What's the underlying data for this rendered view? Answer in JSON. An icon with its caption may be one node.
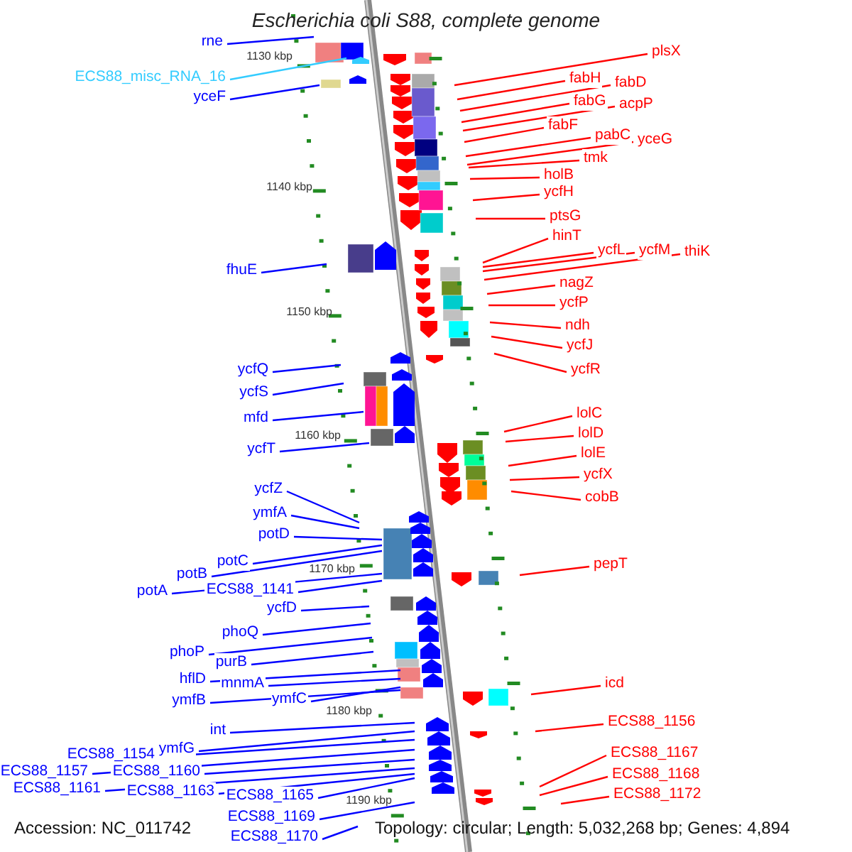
{
  "diagram": {
    "title": "Escherichia coli S88, complete genome",
    "nodes": [
      {
        "text": [
          "rne"
        ]
      },
      {
        "text": [
          "ECS88_misc_RNA_16"
        ]
      },
      {
        "text": [
          "yceF"
        ]
      },
      {
        "text": [
          "fhuE"
        ]
      },
      {
        "text": [
          "ycfQ"
        ]
      },
      {
        "text": [
          "ycfS"
        ]
      },
      {
        "text": [
          "mfd"
        ]
      },
      {
        "text": [
          "ycfT"
        ]
      },
      {
        "text": [
          "ycfZ"
        ]
      },
      {
        "text": [
          "ymfA"
        ]
      },
      {
        "text": [
          "potD"
        ]
      },
      {
        "text": [
          "potC"
        ]
      },
      {
        "text": [
          "potB"
        ]
      },
      {
        "text": [
          "potA"
        ]
      },
      {
        "text": [
          "ECS88_1141"
        ]
      },
      {
        "text": [
          "ycfD"
        ]
      },
      {
        "text": [
          "phoQ"
        ]
      },
      {
        "text": [
          "phoP"
        ]
      },
      {
        "text": [
          "purB"
        ]
      },
      {
        "text": [
          "hflD"
        ]
      },
      {
        "text": [
          "mnmA"
        ]
      },
      {
        "text": [
          "ymfB"
        ]
      },
      {
        "text": [
          "ymfC"
        ]
      },
      {
        "text": [
          "int"
        ]
      },
      {
        "text": [
          "ymfG"
        ]
      },
      {
        "text": [
          "ECS88_1154"
        ]
      },
      {
        "text": [
          "ECS88_1157"
        ]
      },
      {
        "text": [
          "ECS88_1160"
        ]
      },
      {
        "text": [
          "ECS88_1161"
        ]
      },
      {
        "text": [
          "ECS88_1163"
        ]
      },
      {
        "text": [
          "ECS88_1165"
        ]
      },
      {
        "text": [
          "ECS88_1169"
        ]
      },
      {
        "text": [
          "ECS88_1170"
        ]
      },
      {
        "text": [
          "plsX"
        ]
      },
      {
        "text": [
          "fabH"
        ]
      },
      {
        "text": [
          "fabD"
        ]
      },
      {
        "text": [
          "fabG"
        ]
      },
      {
        "text": [
          "acpP"
        ]
      },
      {
        "text": [
          "fabF"
        ]
      },
      {
        "text": [
          "pabC"
        ]
      },
      {
        "text": [
          "yceG"
        ]
      },
      {
        "text": [
          "tmk"
        ]
      },
      {
        "text": [
          "holB"
        ]
      },
      {
        "text": [
          "ycfH"
        ]
      },
      {
        "text": [
          "ptsG"
        ]
      },
      {
        "text": [
          "hinT"
        ]
      },
      {
        "text": [
          "ycfL"
        ]
      },
      {
        "text": [
          "ycfM"
        ]
      },
      {
        "text": [
          "thiK"
        ]
      },
      {
        "text": [
          "nagZ"
        ]
      },
      {
        "text": [
          "ycfP"
        ]
      },
      {
        "text": [
          "ndh"
        ]
      },
      {
        "text": [
          "ycfJ"
        ]
      },
      {
        "text": [
          "ycfR"
        ]
      },
      {
        "text": [
          "lolC"
        ]
      },
      {
        "text": [
          "lolD"
        ]
      },
      {
        "text": [
          "lolE"
        ]
      },
      {
        "text": [
          "ycfX"
        ]
      },
      {
        "text": [
          "cobB"
        ]
      },
      {
        "text": [
          "pepT"
        ]
      },
      {
        "text": [
          "icd"
        ]
      },
      {
        "text": [
          "ECS88_1156"
        ]
      },
      {
        "text": [
          "ECS88_1167"
        ]
      },
      {
        "text": [
          "ECS88_1168"
        ]
      },
      {
        "text": [
          "ECS88_1172"
        ]
      }
    ],
    "edges": [
      {
        "from": 0,
        "to": null,
        "arrow": "none"
      },
      {
        "from": 1,
        "to": null,
        "arrow": "none",
        "color": "#33ccff"
      },
      {
        "from": 2,
        "to": null,
        "arrow": "none"
      },
      {
        "from": 3,
        "to": null,
        "arrow": "none"
      },
      {
        "from": 4,
        "to": null,
        "arrow": "none"
      },
      {
        "from": 5,
        "to": null,
        "arrow": "none"
      },
      {
        "from": 6,
        "to": null,
        "arrow": "none"
      },
      {
        "from": 7,
        "to": null,
        "arrow": "none"
      },
      {
        "from": 8,
        "to": null,
        "arrow": "none"
      },
      {
        "from": 9,
        "to": null,
        "arrow": "none"
      },
      {
        "from": 10,
        "to": null,
        "arrow": "none"
      },
      {
        "from": 11,
        "to": null,
        "arrow": "none"
      },
      {
        "from": 12,
        "to": null,
        "arrow": "none"
      },
      {
        "from": 13,
        "to": null,
        "arrow": "none"
      },
      {
        "from": 14,
        "to": null,
        "arrow": "none"
      },
      {
        "from": 15,
        "to": null,
        "arrow": "none"
      },
      {
        "from": 16,
        "to": null,
        "arrow": "none"
      },
      {
        "from": 17,
        "to": null,
        "arrow": "none"
      },
      {
        "from": 18,
        "to": null,
        "arrow": "none"
      },
      {
        "from": 19,
        "to": null,
        "arrow": "none"
      },
      {
        "from": 20,
        "to": null,
        "arrow": "none"
      },
      {
        "from": 21,
        "to": null,
        "arrow": "none"
      },
      {
        "from": 22,
        "to": null,
        "arrow": "none"
      },
      {
        "from": 23,
        "to": null,
        "arrow": "none"
      },
      {
        "from": 24,
        "to": null,
        "arrow": "none"
      },
      {
        "from": 25,
        "to": null,
        "arrow": "none"
      },
      {
        "from": 26,
        "to": null,
        "arrow": "none"
      },
      {
        "from": 27,
        "to": null,
        "arrow": "none"
      },
      {
        "from": 28,
        "to": null,
        "arrow": "none"
      },
      {
        "from": 29,
        "to": null,
        "arrow": "none"
      },
      {
        "from": 30,
        "to": null,
        "arrow": "none"
      },
      {
        "from": 31,
        "to": null,
        "arrow": "none"
      },
      {
        "from": 32,
        "to": null,
        "arrow": "none"
      },
      {
        "from": 33,
        "to": null,
        "arrow": "none",
        "color": "#ff0000"
      },
      {
        "from": 34,
        "to": null,
        "arrow": "none",
        "color": "#ff0000"
      },
      {
        "from": 35,
        "to": null,
        "arrow": "none",
        "color": "#ff0000"
      },
      {
        "from": 36,
        "to": null,
        "arrow": "none",
        "color": "#ff0000"
      },
      {
        "from": 37,
        "to": null,
        "arrow": "none",
        "color": "#ff0000"
      },
      {
        "from": 38,
        "to": null,
        "arrow": "none",
        "color": "#ff0000"
      },
      {
        "from": 39,
        "to": null,
        "arrow": "none",
        "color": "#ff0000"
      },
      {
        "from": 40,
        "to": null,
        "arrow": "none",
        "color": "#ff0000"
      },
      {
        "from": 41,
        "to": null,
        "arrow": "none",
        "color": "#ff0000"
      },
      {
        "from": 42,
        "to": null,
        "arrow": "none",
        "color": "#ff0000"
      },
      {
        "from": 43,
        "to": null,
        "arrow": "none",
        "color": "#ff0000"
      },
      {
        "from": 44,
        "to": null,
        "arrow": "none",
        "color": "#ff0000"
      },
      {
        "from": 45,
        "to": null,
        "arrow": "none",
        "color": "#ff0000"
      },
      {
        "from": 46,
        "to": null,
        "arrow": "none",
        "color": "#ff0000"
      },
      {
        "from": 47,
        "to": null,
        "arrow": "none",
        "color": "#ff0000"
      },
      {
        "from": 48,
        "to": null,
        "arrow": "none",
        "color": "#ff0000"
      },
      {
        "from": 49,
        "to": null,
        "arrow": "none",
        "color": "#ff0000"
      },
      {
        "from": 50,
        "to": null,
        "arrow": "none",
        "color": "#ff0000"
      },
      {
        "from": 51,
        "to": null,
        "arrow": "none",
        "color": "#ff0000"
      },
      {
        "from": 52,
        "to": null,
        "arrow": "none",
        "color": "#ff0000"
      },
      {
        "from": 53,
        "to": null,
        "arrow": "none",
        "color": "#ff0000"
      },
      {
        "from": 54,
        "to": null,
        "arrow": "none",
        "color": "#ff0000"
      },
      {
        "from": 55,
        "to": null,
        "arrow": "none",
        "color": "#ff0000"
      },
      {
        "from": 56,
        "to": null,
        "arrow": "none",
        "color": "#ff0000"
      },
      {
        "from": 57,
        "to": null,
        "arrow": "none",
        "color": "#ff0000"
      },
      {
        "from": 58,
        "to": null,
        "arrow": "none",
        "color": "#ff0000"
      },
      {
        "from": 59,
        "to": null,
        "arrow": "none",
        "color": "#ff0000"
      },
      {
        "from": 60,
        "to": null,
        "arrow": "none",
        "color": "#ff0000"
      },
      {
        "from": 61,
        "to": null,
        "arrow": "none",
        "color": "#ff0000"
      },
      {
        "from": 62,
        "to": null,
        "arrow": "none",
        "color": "#ff0000"
      },
      {
        "from": 63,
        "to": null,
        "arrow": "none",
        "color": "#ff0000"
      },
      {
        "from": 64,
        "to": null,
        "arrow": "none",
        "color": "#ff0000"
      }
    ],
    "labels": [
      "1130 kbp",
      "1140 kbp",
      "1150 kbp",
      "1160 kbp",
      "1170 kbp",
      "1180 kbp",
      "1190 kbp",
      "Accession: NC_011742",
      "Topology: circular; Length: 5,032,268 bp; Genes: 4,894"
    ]
  }
}
